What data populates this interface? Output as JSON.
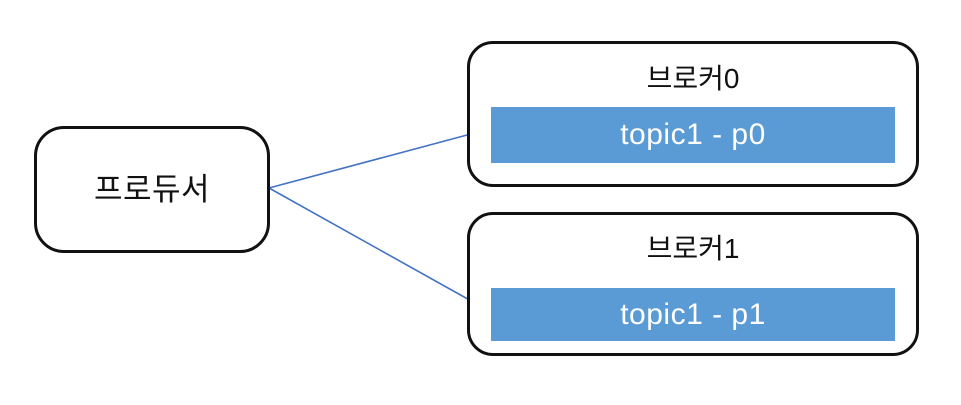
{
  "diagram": {
    "title": "Kafka producer to broker partition diagram",
    "background_color": "#ffffff",
    "producer": {
      "label": "프로듀서",
      "border_color": "#111111",
      "fill_color": "#ffffff"
    },
    "brokers": [
      {
        "title": "브로커0",
        "partition_label": "topic1 - p0",
        "partition_color": "#5B9BD5",
        "partition_text_color": "#ffffff",
        "border_color": "#111111"
      },
      {
        "title": "브로커1",
        "partition_label": "topic1 - p1",
        "partition_color": "#5B9BD5",
        "partition_text_color": "#ffffff",
        "border_color": "#111111"
      }
    ],
    "connectors": [
      {
        "name": "producer-to-broker0",
        "from": "producer",
        "to": "브로커0",
        "color": "#4472C4"
      },
      {
        "name": "producer-to-broker1",
        "from": "producer",
        "to": "브로커1",
        "color": "#4472C4"
      }
    ]
  }
}
